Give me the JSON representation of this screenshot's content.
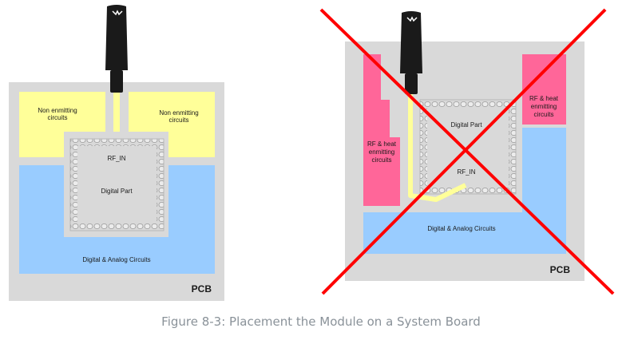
{
  "left_board": {
    "pcb_label": "PCB",
    "zone_left_line1": "Non enmitting",
    "zone_left_line2": "circuits",
    "zone_right_line1": "Non enmitting",
    "zone_right_line2": "circuits",
    "rf_in": "RF_IN",
    "digital_part": "Digital Part",
    "digital_analog": "Digital & Analog Circuits"
  },
  "right_board": {
    "pcb_label": "PCB",
    "rf_left_line1": "RF & heat",
    "rf_left_line2": "enmitting",
    "rf_left_line3": "circuits",
    "rf_right_line1": "RF & heat",
    "rf_right_line2": "enmitting",
    "rf_right_line3": "circuits",
    "digital_part": "Digital Part",
    "rf_in": "RF_IN",
    "digital_analog": "Digital & Analog Circuits"
  },
  "caption": "Figure 8-3: Placement the Module on a System Board",
  "colors": {
    "pcb": "#d9d9d9",
    "yellow": "#ffff99",
    "blue": "#99ccff",
    "pink": "#ff6699",
    "cross": "#ff0000",
    "trace": "#ffff99",
    "connector": "#1a1a1a"
  }
}
